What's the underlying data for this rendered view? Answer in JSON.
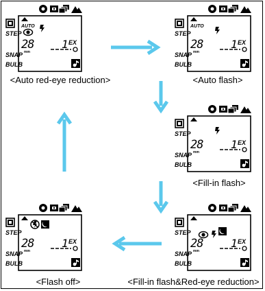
{
  "colors": {
    "arrow": "#5bc8ec",
    "ink": "#000000",
    "lcd_bg": "#ffffff"
  },
  "lcd": {
    "step_label": "STEP",
    "snap_label": "SNAP",
    "bulb_label": "BULB",
    "auto_label": "AUTO",
    "counter_digits": "28",
    "counter_unit": "mm",
    "frame_number": "1",
    "frame_unit": "EX"
  },
  "icons": {
    "top_row": [
      "program-mode-icon",
      "spot-metering-icon",
      "multiple-exposure-icon",
      "landscape-icon"
    ],
    "left": "self-timer-icon",
    "flash": "flash-icon",
    "red_eye": "red-eye-icon",
    "flash_off": "flash-off-icon",
    "night": "night-portrait-icon",
    "music": "music-note-icon"
  },
  "modes": [
    {
      "id": "auto-red-eye",
      "caption": "<Auto red-eye reduction>",
      "auto": true,
      "red_eye": true,
      "flash": true,
      "flash_off": false,
      "night": false
    },
    {
      "id": "auto-flash",
      "caption": "<Auto flash>",
      "auto": true,
      "red_eye": false,
      "flash": true,
      "flash_off": false,
      "night": false
    },
    {
      "id": "fill-in",
      "caption": "<Fill-in flash>",
      "auto": false,
      "red_eye": false,
      "flash": true,
      "flash_off": false,
      "night": false
    },
    {
      "id": "fill-in-red-eye",
      "caption": "<Fill-in flash&Red-eye reduction>",
      "auto": false,
      "red_eye": true,
      "flash": true,
      "flash_off": false,
      "night": true
    },
    {
      "id": "flash-off",
      "caption": "<Flash off>",
      "auto": false,
      "red_eye": false,
      "flash": false,
      "flash_off": true,
      "night": true
    }
  ]
}
